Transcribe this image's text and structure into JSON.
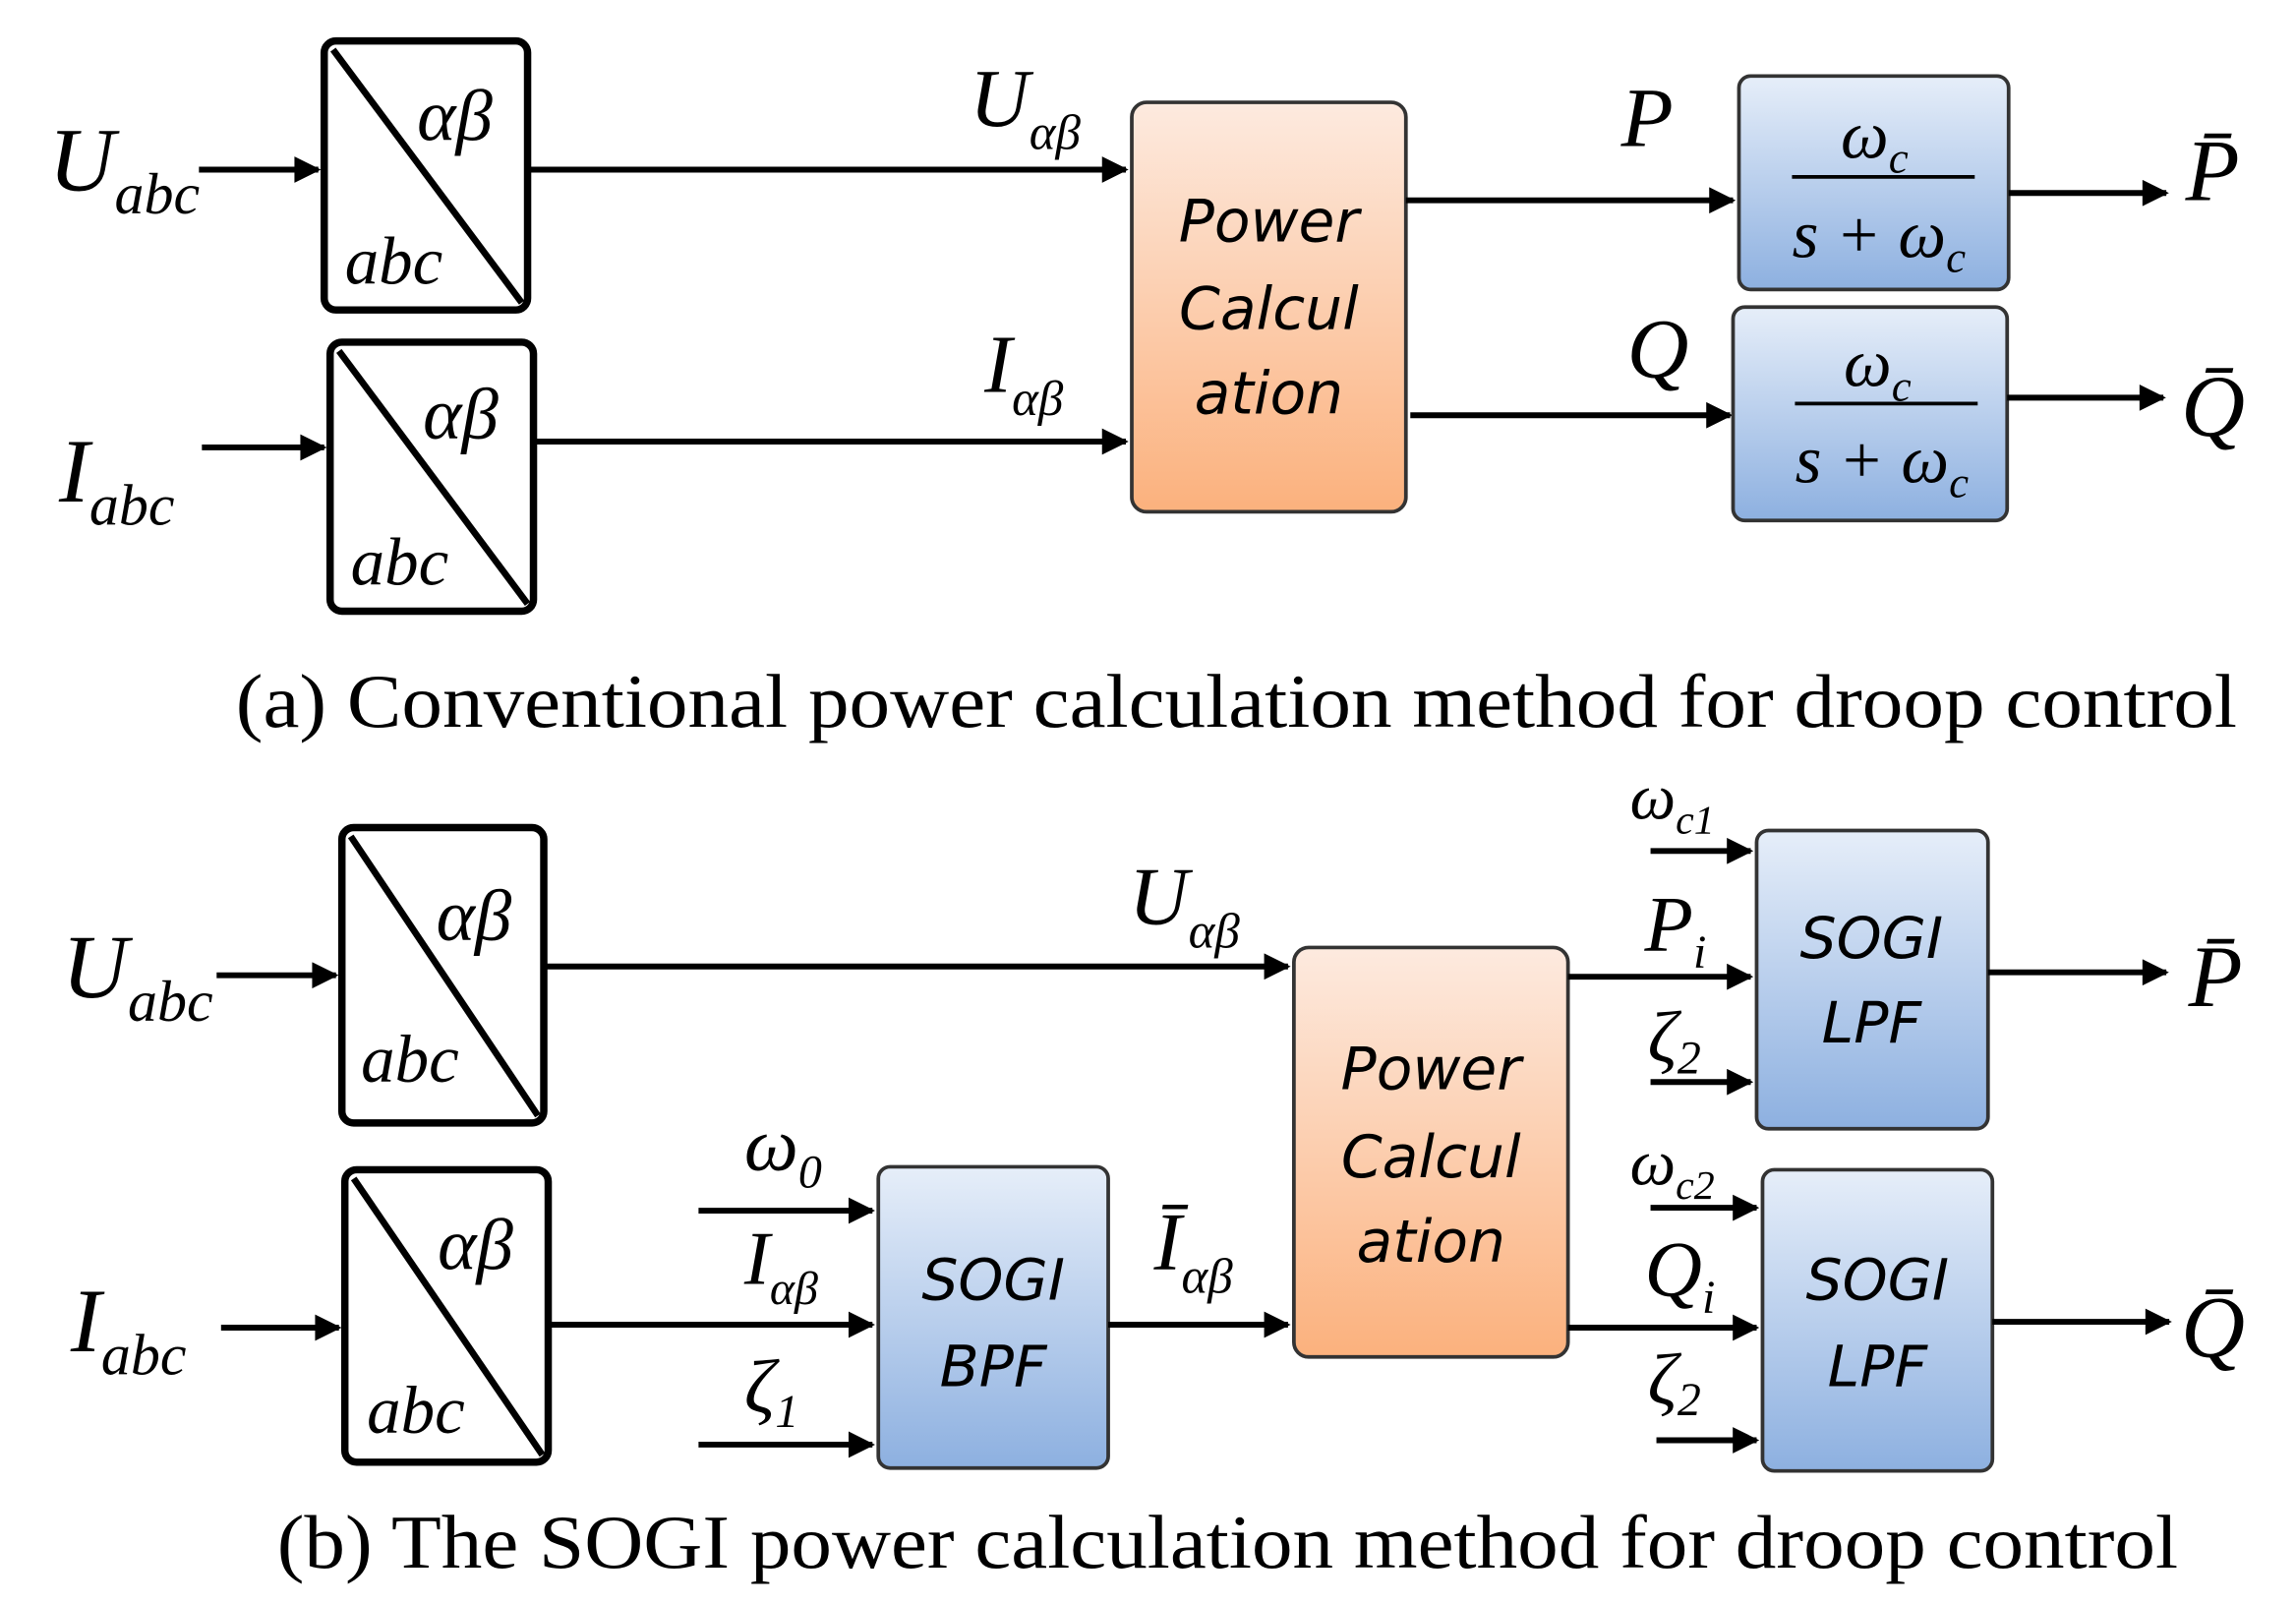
{
  "colors": {
    "power_block_top": "#fdeadf",
    "power_block_bottom": "#fbb17d",
    "filter_block_top": "#e6eef9",
    "filter_block_bottom": "#8db0e0"
  },
  "panel_a": {
    "caption": "(a) Conventional power calculation method for droop control",
    "u_abc": {
      "main": "U",
      "sub": "abc"
    },
    "i_abc": {
      "main": "I",
      "sub": "abc"
    },
    "transform": {
      "top": "αβ",
      "bottom": "abc"
    },
    "u_alphabeta": {
      "main": "U",
      "sub": "αβ"
    },
    "i_alphabeta": {
      "main": "I",
      "sub": "αβ"
    },
    "power_block": {
      "line1": "Power",
      "line2": "Calcul",
      "line3": "ation"
    },
    "p": "P",
    "q": "Q",
    "filter": {
      "num_main": "ω",
      "num_sub": "c",
      "den_main": "s + ω",
      "den_sub": "c"
    },
    "p_out": "P̄",
    "q_out": "Q̄"
  },
  "panel_b": {
    "caption": "(b) The SOGI power calculation method for droop control",
    "u_abc": {
      "main": "U",
      "sub": "abc"
    },
    "i_abc": {
      "main": "I",
      "sub": "abc"
    },
    "transform": {
      "top": "αβ",
      "bottom": "abc"
    },
    "u_alphabeta": {
      "main": "U",
      "sub": "αβ"
    },
    "bpf": {
      "omega": {
        "main": "ω",
        "sub": "0"
      },
      "i_alphabeta": {
        "main": "I",
        "sub": "αβ"
      },
      "zeta": {
        "main": "ζ",
        "sub": "1"
      },
      "line1": "SOGI",
      "line2": "BPF",
      "output": {
        "main": "Ī",
        "sub": "αβ"
      }
    },
    "power_block": {
      "line1": "Power",
      "line2": "Calcul",
      "line3": "ation"
    },
    "lpf_p": {
      "omega": {
        "main": "ω",
        "sub": "c1"
      },
      "input": {
        "main": "P",
        "sub": "i"
      },
      "zeta": {
        "main": "ζ",
        "sub": "2"
      },
      "line1": "SOGI",
      "line2": "LPF",
      "output": "P̄"
    },
    "lpf_q": {
      "omega": {
        "main": "ω",
        "sub": "c2"
      },
      "input": {
        "main": "Q",
        "sub": "i"
      },
      "zeta": {
        "main": "ζ",
        "sub": "2"
      },
      "line1": "SOGI",
      "line2": "LPF",
      "output": "Q̄"
    }
  }
}
